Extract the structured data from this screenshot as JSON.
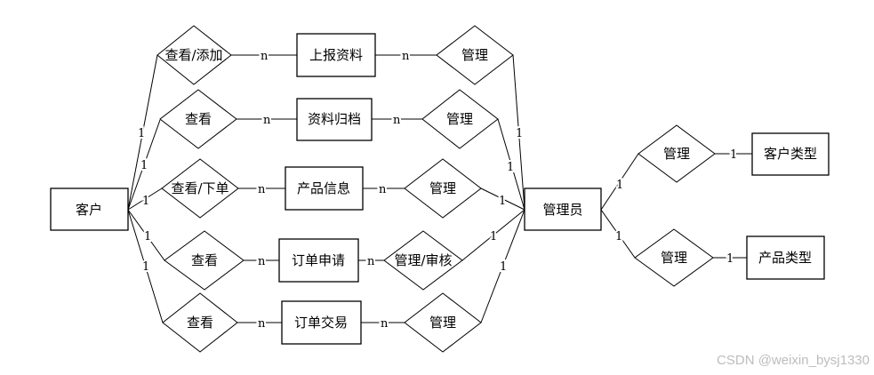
{
  "entities": {
    "customer": "客户",
    "admin": "管理员",
    "report_info": "上报资料",
    "info_archive": "资料归档",
    "product_info": "产品信息",
    "order_request": "订单申请",
    "order_trade": "订单交易",
    "customer_type": "客户类型",
    "product_type": "产品类型"
  },
  "relationships": {
    "view_add": "查看/添加",
    "view_1": "查看",
    "view_order": "查看/下单",
    "view_2": "查看",
    "view_3": "查看",
    "manage_1": "管理",
    "manage_2": "管理",
    "manage_3": "管理",
    "manage_review": "管理/审核",
    "manage_5": "管理",
    "manage_ct": "管理",
    "manage_pt": "管理"
  },
  "cardinality": {
    "one": "1",
    "many": "n"
  },
  "watermark": "CSDN @weixin_bysj1330"
}
